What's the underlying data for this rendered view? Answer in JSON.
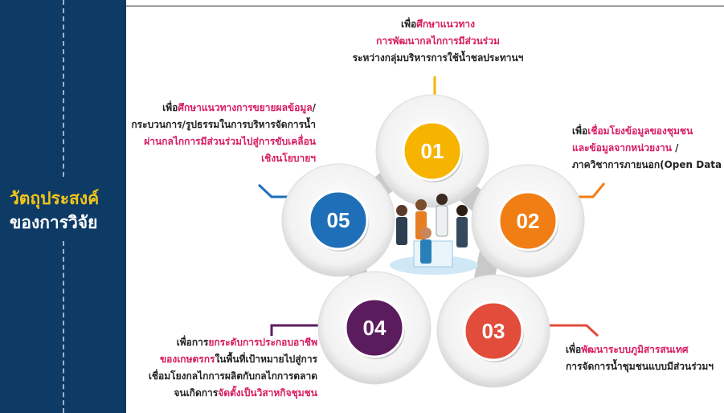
{
  "sidebar": {
    "title_line1": "วัตถุประสงค์",
    "title_line2": "ของการวิจัย"
  },
  "objectives": [
    {
      "number": "01",
      "color": "#f6b400",
      "lines": [
        {
          "segments": [
            {
              "text": "เพื่อ",
              "highlight": false
            },
            {
              "text": "ศึกษาแนวทาง",
              "highlight": true
            }
          ]
        },
        {
          "segments": [
            {
              "text": "การพัฒนากลไกการมีส่วนร่วม",
              "highlight": true
            }
          ]
        },
        {
          "segments": [
            {
              "text": "ระหว่างกลุ่มบริหารการใช้น้ำชลประทานฯ",
              "highlight": false
            }
          ]
        }
      ]
    },
    {
      "number": "02",
      "color": "#f07e14",
      "lines": [
        {
          "segments": [
            {
              "text": "เพื่อ",
              "highlight": false
            },
            {
              "text": "เชื่อมโยงข้อมูลของชุมชน",
              "highlight": true
            }
          ]
        },
        {
          "segments": [
            {
              "text": "และข้อมูลจากหน่วยงาน",
              "highlight": true
            },
            {
              "text": " /",
              "highlight": false
            }
          ]
        },
        {
          "segments": [
            {
              "text": "ภาควิชาการภายนอก(Open Data",
              "highlight": false
            }
          ]
        }
      ]
    },
    {
      "number": "03",
      "color": "#e24c3b",
      "lines": [
        {
          "segments": [
            {
              "text": "เพื่อ",
              "highlight": false
            },
            {
              "text": "พัฒนาระบบภูมิสารสนเทศ",
              "highlight": true
            }
          ]
        },
        {
          "segments": [
            {
              "text": "การจัดการน้ำชุมชนแบบมีส่วนร่วมฯ",
              "highlight": false
            }
          ]
        }
      ]
    },
    {
      "number": "04",
      "color": "#5b1c5e",
      "lines": [
        {
          "segments": [
            {
              "text": "เพื่อการ",
              "highlight": false
            },
            {
              "text": "ยกระดับการประกอบอาชีพ",
              "highlight": true
            }
          ]
        },
        {
          "segments": [
            {
              "text": "ของเกษตรกร",
              "highlight": true
            },
            {
              "text": "ในพื้นที่เป้าหมายไปสู่การ",
              "highlight": false
            }
          ]
        },
        {
          "segments": [
            {
              "text": "เชื่อมโยงกลไกการผลิตกับกลไกการตลาด",
              "highlight": false
            }
          ]
        },
        {
          "segments": [
            {
              "text": "จนเกิดการ",
              "highlight": false
            },
            {
              "text": "จัดตั้งเป็นวิสาหกิจชุมชน",
              "highlight": true
            }
          ]
        }
      ]
    },
    {
      "number": "05",
      "color": "#1f6fb8",
      "lines": [
        {
          "segments": [
            {
              "text": "เพื่อ",
              "highlight": false
            },
            {
              "text": "ศึกษาแนวทางการขยายผลข้อมูล",
              "highlight": true
            },
            {
              "text": "/",
              "highlight": false
            }
          ]
        },
        {
          "segments": [
            {
              "text": "กระบวนการ/รูปธรรมในการบริหารจัดการน้ำ",
              "highlight": false
            }
          ]
        },
        {
          "segments": [
            {
              "text": "ผ่านกลไกการมีส่วนร่วมไปสู่การขับเคลื่อน",
              "highlight": true
            }
          ]
        },
        {
          "segments": [
            {
              "text": "เชิงนโยบายฯ",
              "highlight": true
            }
          ]
        }
      ]
    }
  ],
  "colors": {
    "sidebar": "#0d3b66",
    "highlight": "#d81b60",
    "title_accent": "#f5c518"
  },
  "center_image": "people-meeting-illustration"
}
